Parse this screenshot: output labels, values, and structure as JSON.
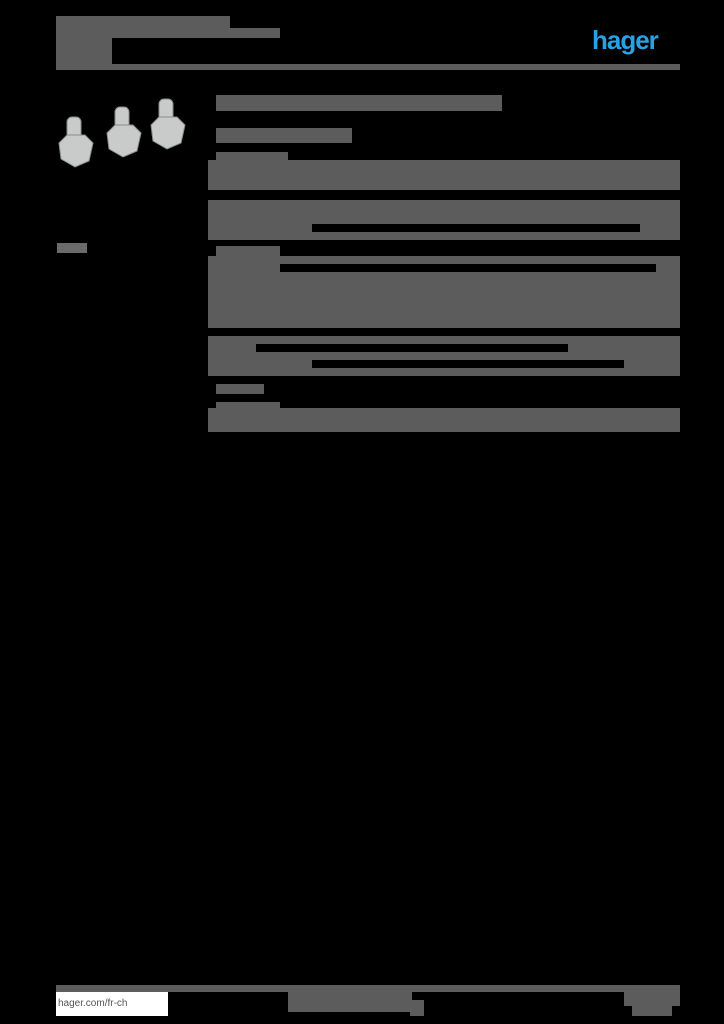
{
  "header": {
    "title": "",
    "subtitle": "",
    "brand_logo": "hager",
    "brand_color": "#27a2e4"
  },
  "product": {
    "image_alt": "three hex flange screws",
    "image_icon": "screw-icon",
    "side_label": "",
    "title": "",
    "subtitle": ""
  },
  "sections": [
    {
      "heading": "",
      "rows": []
    },
    {
      "heading": "",
      "rows": []
    },
    {
      "heading": "",
      "rows": []
    }
  ],
  "footer": {
    "link": "hager.com/fr-ch",
    "center_text": "",
    "page_info": ""
  },
  "colors": {
    "background": "#000000",
    "redaction_block": "#5b5c5b",
    "accent": "#27a2e4"
  }
}
